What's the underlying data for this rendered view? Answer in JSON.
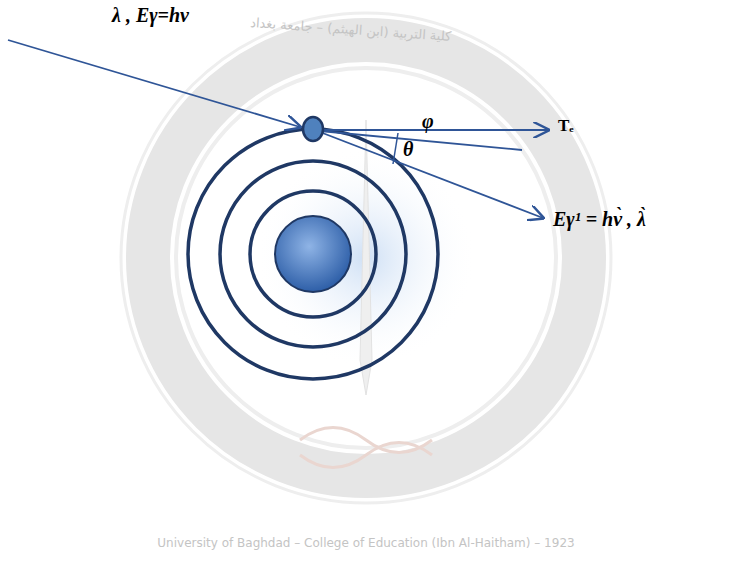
{
  "diagram": {
    "labels": [
      "λ , Eγ=hν",
      "Tₑ",
      "φ",
      "θ",
      "Eγ¹ = hν̀ , λ̀",
      "كلية التربية (ابن الهيثم) – جامعة بغداد",
      "University of Baghdad – College of Education (Ibn Al-Haitham) – 1923"
    ]
  }
}
